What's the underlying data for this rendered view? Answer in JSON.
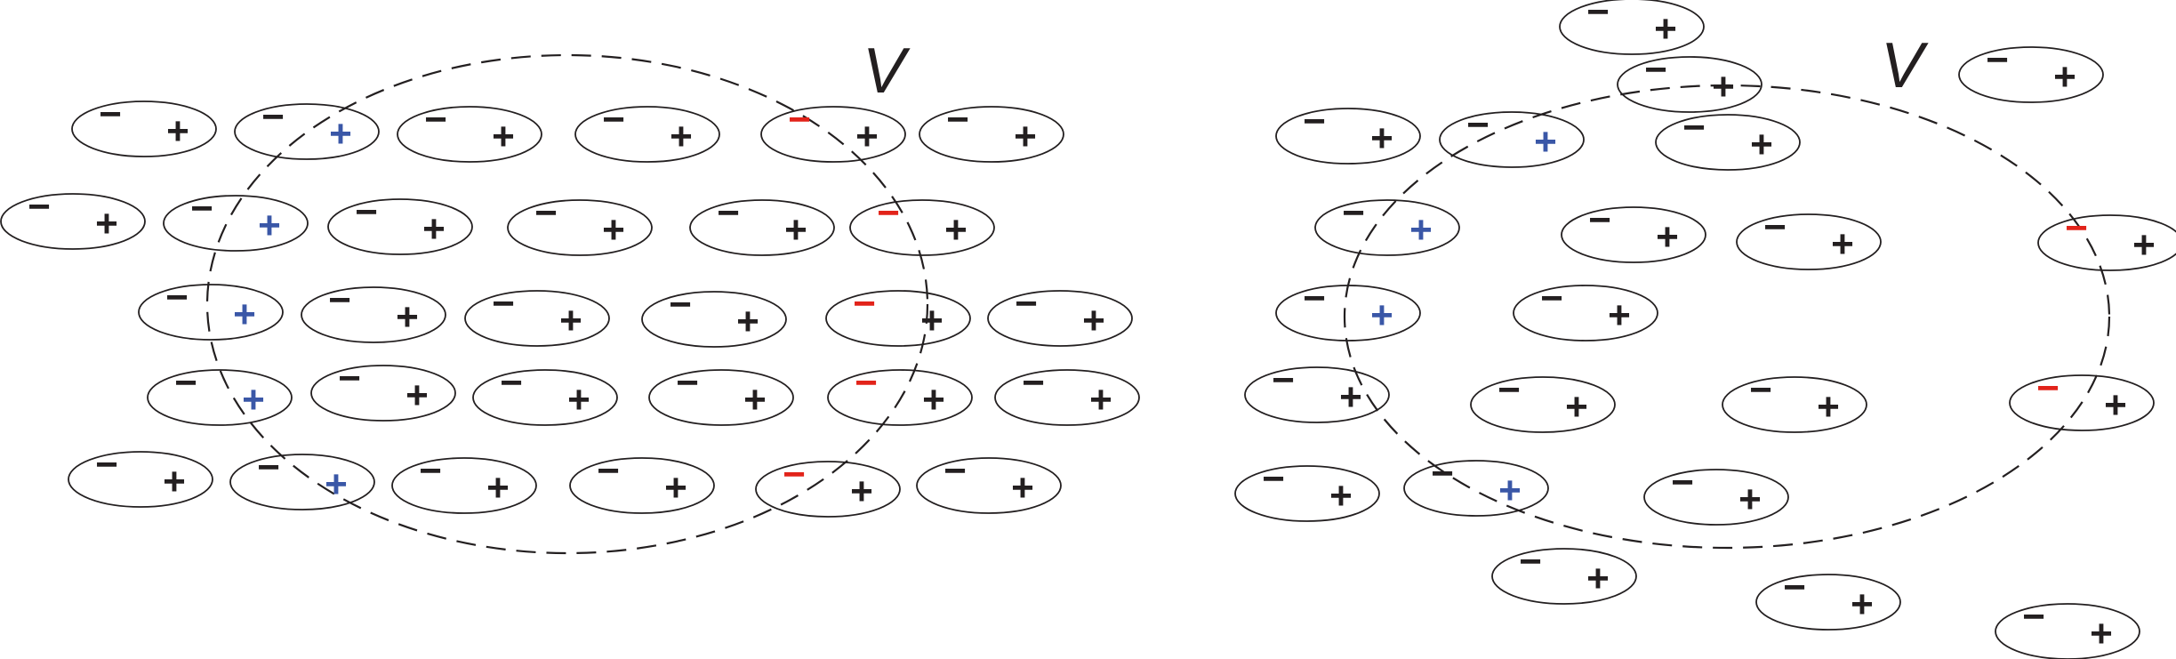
{
  "colors": {
    "stroke": "#231f20",
    "neutral_sign": "#231f20",
    "boundary_negative": "#e2231a",
    "boundary_positive": "#3a57a7",
    "background": "#ffffff"
  },
  "symbols": {
    "minus": "−",
    "plus": "+"
  },
  "panels": [
    {
      "label": "V",
      "dipoles": [
        {
          "type": "neutral"
        },
        {
          "type": "cut-left"
        },
        {
          "type": "neutral"
        },
        {
          "type": "neutral"
        },
        {
          "type": "cut-right"
        },
        {
          "type": "neutral"
        },
        {
          "type": "neutral"
        },
        {
          "type": "cut-left"
        },
        {
          "type": "neutral"
        },
        {
          "type": "neutral"
        },
        {
          "type": "neutral"
        },
        {
          "type": "cut-right"
        },
        {
          "type": "cut-left"
        },
        {
          "type": "neutral"
        },
        {
          "type": "neutral"
        },
        {
          "type": "neutral"
        },
        {
          "type": "cut-right"
        },
        {
          "type": "neutral"
        },
        {
          "type": "cut-left"
        },
        {
          "type": "neutral"
        },
        {
          "type": "neutral"
        },
        {
          "type": "neutral"
        },
        {
          "type": "cut-right"
        },
        {
          "type": "neutral"
        },
        {
          "type": "neutral"
        },
        {
          "type": "cut-left"
        },
        {
          "type": "neutral"
        },
        {
          "type": "neutral"
        },
        {
          "type": "cut-right"
        },
        {
          "type": "neutral"
        }
      ]
    },
    {
      "label": "V",
      "dipoles": [
        {
          "type": "neutral"
        },
        {
          "type": "neutral"
        },
        {
          "type": "neutral"
        },
        {
          "type": "cut-left"
        },
        {
          "type": "neutral"
        },
        {
          "type": "cut-left"
        },
        {
          "type": "neutral"
        },
        {
          "type": "neutral"
        },
        {
          "type": "cut-right"
        },
        {
          "type": "cut-left"
        },
        {
          "type": "neutral"
        },
        {
          "type": "neutral"
        },
        {
          "type": "neutral"
        },
        {
          "type": "neutral"
        },
        {
          "type": "cut-right"
        },
        {
          "type": "neutral"
        },
        {
          "type": "cut-left"
        },
        {
          "type": "neutral"
        },
        {
          "type": "neutral"
        },
        {
          "type": "neutral"
        },
        {
          "type": "neutral"
        },
        {
          "type": "neutral"
        }
      ]
    }
  ]
}
